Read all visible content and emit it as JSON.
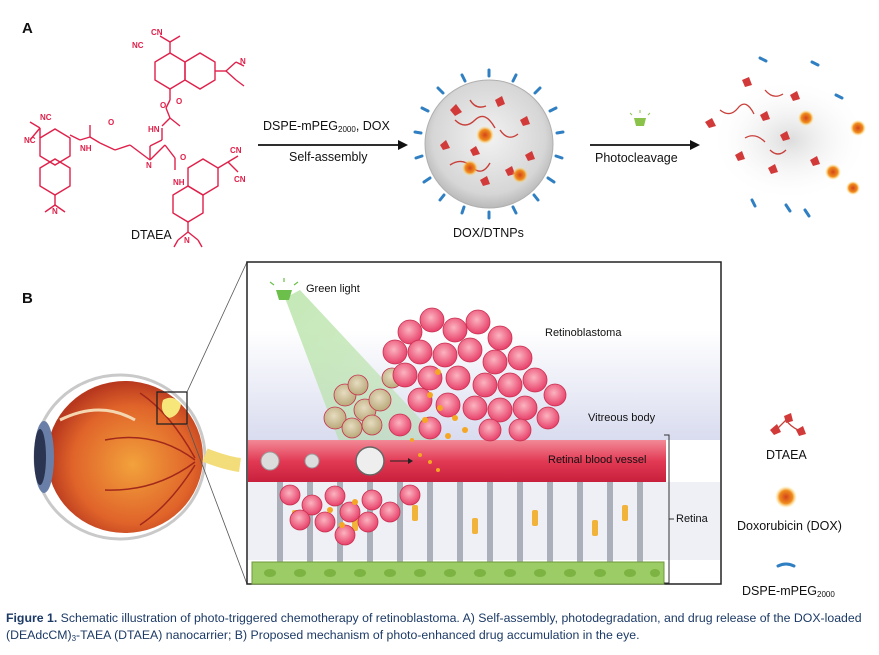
{
  "panelA": {
    "label": "A",
    "molecule_name": "DTAEA",
    "cn": "CN",
    "nc": "NC",
    "n": "N",
    "o": "O",
    "nh": "NH",
    "hn": "HN",
    "arrow1_top": "DSPE-mPEG",
    "arrow1_top_sub": "2000",
    "arrow1_top_tail": ", DOX",
    "arrow1_bottom": "Self-assembly",
    "nanoparticle_name": "DOX/DTNPs",
    "arrow2_label": "Photocleavage"
  },
  "panelB": {
    "label": "B",
    "green_light": "Green light",
    "retinoblastoma": "Retinoblastoma",
    "vitreous": "Vitreous body",
    "vessel": "Retinal blood vessel",
    "retina": "Retina"
  },
  "legend": {
    "dtaea": "DTAEA",
    "dox": "Doxorubicin (DOX)",
    "peg": "DSPE-mPEG",
    "peg_sub": "2000"
  },
  "caption": {
    "fig": "Figure 1.",
    "text": "Schematic illustration of photo-triggered chemotherapy of retinoblastoma. A) Self-assembly, photodegradation, and drug release of the DOX-loaded (DEAdcCM)",
    "sub": "3",
    "text2": "-TAEA (DTAEA) nanocarrier; B) Proposed mechanism of photo-enhanced drug accumulation in the eye."
  },
  "colors": {
    "red": "#e0204a",
    "pink": "#f26d7d",
    "vessel": "#e8455c",
    "blue": "#2f7fc2",
    "green": "#9ccc65",
    "caption": "#1c3a66"
  }
}
